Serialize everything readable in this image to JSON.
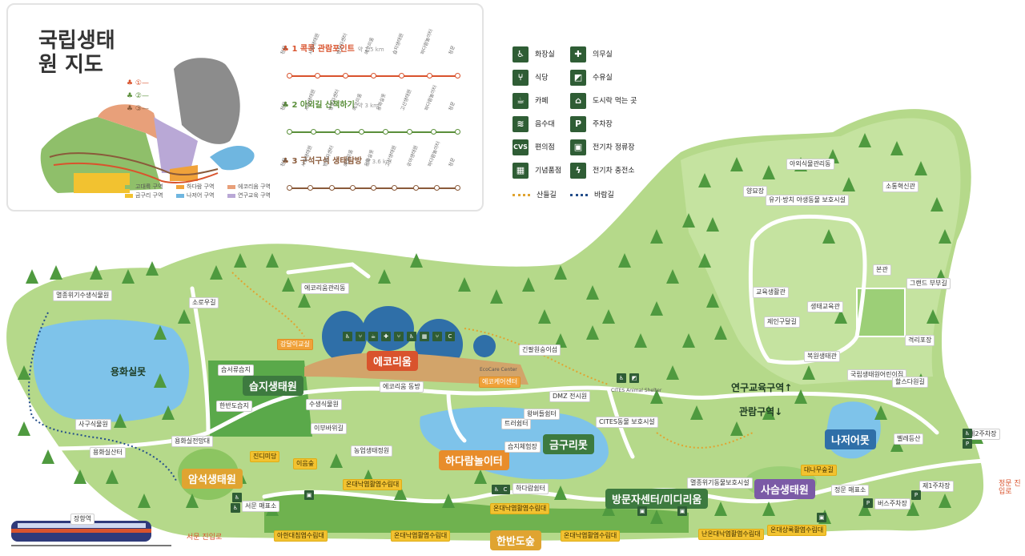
{
  "inset": {
    "title": "국립생태원 지도",
    "routes": [
      {
        "num": "1",
        "name": "콕콕 관람포인트",
        "dist": "약 2.5 km",
        "color": "#d9532d"
      },
      {
        "num": "2",
        "name": "아외길 산책하기",
        "dist": "약 3 km",
        "color": "#5a8f3a"
      },
      {
        "num": "3",
        "name": "구석구석 생태탐방",
        "dist": "약 3.6 km",
        "color": "#8a5a3a"
      }
    ],
    "route_stops": [
      [
        "정문",
        "사슴생태원",
        "방문자센터",
        "에코리움",
        "습지생태원",
        "하다람놀이터",
        "정문"
      ],
      [
        "정문",
        "사슴생태원",
        "방문자센터",
        "에코리움",
        "용화실못",
        "고산생태원",
        "하다람놀이터",
        "정문"
      ],
      [
        "정문",
        "사슴생태원",
        "방문자센터",
        "에코리움",
        "용화실못",
        "고산생태원",
        "유아생태원",
        "하다람놀이터",
        "정문"
      ]
    ],
    "zones": [
      {
        "name": "고대륙 구역",
        "color": "#8fbf6a"
      },
      {
        "name": "금구리 구역",
        "color": "#f2c230"
      },
      {
        "name": "하다람 구역",
        "color": "#f0a23a"
      },
      {
        "name": "나저어 구역",
        "color": "#6fb6e0"
      },
      {
        "name": "에코리움 구역",
        "color": "#e8a07a"
      },
      {
        "name": "연구교육 구역",
        "color": "#b9a8d6"
      }
    ]
  },
  "legend": {
    "items": [
      {
        "icon": "restroom-icon",
        "glyph": "♿",
        "label": "화장실"
      },
      {
        "icon": "first-aid-icon",
        "glyph": "✚",
        "label": "의무실"
      },
      {
        "icon": "restaurant-icon",
        "glyph": "⑂",
        "label": "식당"
      },
      {
        "icon": "nursing-room-icon",
        "glyph": "◩",
        "label": "수유실"
      },
      {
        "icon": "cafe-icon",
        "glyph": "☕",
        "label": "카페"
      },
      {
        "icon": "picnic-area-icon",
        "glyph": "⌂",
        "label": "도시락 먹는 곳"
      },
      {
        "icon": "water-fountain-icon",
        "glyph": "≋",
        "label": "음수대"
      },
      {
        "icon": "parking-icon",
        "glyph": "P",
        "label": "주차장"
      },
      {
        "icon": "convenience-store-icon",
        "glyph": "CVS",
        "label": "편의점"
      },
      {
        "icon": "electric-car-stop-icon",
        "glyph": "▣",
        "label": "전기차 정류장"
      },
      {
        "icon": "gift-shop-icon",
        "glyph": "▦",
        "label": "기념품점"
      },
      {
        "icon": "ev-charging-icon",
        "glyph": "ϟ",
        "label": "전기차 충전소"
      }
    ],
    "lines": [
      {
        "label": "산들길",
        "color": "#e0a431"
      },
      {
        "label": "바람길",
        "color": "#244e8a"
      }
    ]
  },
  "map": {
    "zones_big": [
      {
        "text": "에코리움",
        "style": "red"
      },
      {
        "text": "습지생태원",
        "style": "green"
      },
      {
        "text": "하다람놀이터",
        "style": "orange"
      },
      {
        "text": "금구리못",
        "style": "green"
      },
      {
        "text": "방문자센터/미디리움",
        "style": "green"
      },
      {
        "text": "사슴생태원",
        "style": "purple"
      },
      {
        "text": "나저어못",
        "style": "blue"
      },
      {
        "text": "암석생태원",
        "style": "gold"
      },
      {
        "text": "한반도숲",
        "style": "gold"
      },
      {
        "text": "용화실못",
        "style": "plain"
      },
      {
        "text": "연구교육구역↑",
        "style": "plain"
      },
      {
        "text": "관람구역↓",
        "style": "plain"
      }
    ],
    "labels": [
      "멸종위기수생식물원",
      "소로우길",
      "에코리움관리동",
      "강달이교실",
      "습서류습지",
      "한반도습지",
      "수생식물원",
      "이부바위길",
      "에코리움 동방",
      "에코케어센터",
      "긴팔원숭이섬",
      "DMZ 전시원",
      "사구식물원",
      "용화실산터",
      "용화실전망대",
      "진디미당",
      "이음숲",
      "농업생태정원",
      "온대낙엽활엽수림대",
      "습지체험장",
      "하다람쉼터",
      "트러쉼터",
      "왕버들쉼터",
      "CITES동물 보호시설",
      "서문 매표소",
      "온대낙엽활엽수림대",
      "아한대침엽수림대",
      "온대낙엽활엽수림대",
      "온대낙엽활엽수림대",
      "멸종위기동물보호시설",
      "정문 매표소",
      "버스주차장",
      "제1주차장",
      "제2주차장",
      "대나무숲길",
      "난온대낙엽활엽수림대",
      "온대상록활엽수림대",
      "아외식물관리동",
      "양묘장",
      "유기·방치 야생동물 보호시설",
      "소통혁신관",
      "본관",
      "교육생활관",
      "생태교육관",
      "제인구달길",
      "복원생태관",
      "격리포장",
      "국립생태원어린이집",
      "그랜드 부부길",
      "할스다원길",
      "벨레등산",
      "장항역",
      "서문 진입로",
      "정문 진입로",
      "CITES Animal Shelter",
      "EcoCare Center"
    ]
  }
}
